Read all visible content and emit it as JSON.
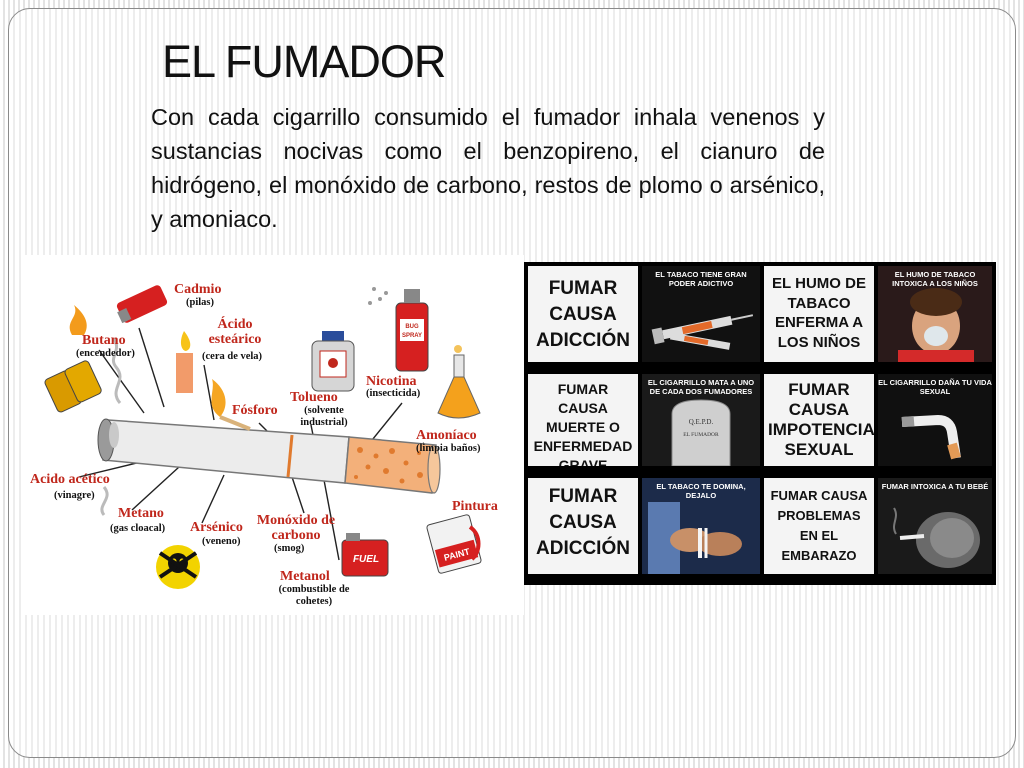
{
  "slide": {
    "title": "EL FUMADOR",
    "body": "Con cada cigarrillo consumido el fumador inhala venenos y sustancias nocivas como el benzopireno, el cianuro de hidrógeno, el monóxido de carbono, restos de plomo o arsénico, y amoniaco."
  },
  "diagram": {
    "labels": [
      {
        "name": "Cadmio",
        "note": "(pilas)"
      },
      {
        "name": "Butano",
        "note": "(encendedor)"
      },
      {
        "name": "Ácido esteárico",
        "note": "(cera de vela)"
      },
      {
        "name": "Fósforo",
        "note": ""
      },
      {
        "name": "Tolueno",
        "note": "(solvente industrial)"
      },
      {
        "name": "Nicotina",
        "note": "(insecticida)"
      },
      {
        "name": "Amoníaco",
        "note": "(limpia baños)"
      },
      {
        "name": "Acido acético",
        "note": "(vinagre)"
      },
      {
        "name": "Metano",
        "note": "(gas cloacal)"
      },
      {
        "name": "Arsénico",
        "note": "(veneno)"
      },
      {
        "name": "Monóxido de carbono",
        "note": "(smog)"
      },
      {
        "name": "Metanol",
        "note": "(combustible de cohetes)"
      },
      {
        "name": "Pintura",
        "note": ""
      }
    ],
    "product_text": {
      "spray": "BUG SPRAY",
      "fuel": "FUEL",
      "paint": "PAINT"
    }
  },
  "poster": {
    "panels": [
      {
        "text": "FUMAR CAUSA ADICCIÓN"
      },
      {
        "caption": "EL TABACO TIENE GRAN PODER ADICTIVO"
      },
      {
        "text": "EL HUMO DE TABACO ENFERMA A LOS NIÑOS"
      },
      {
        "caption": "EL HUMO DE TABACO INTOXICA A LOS NIÑOS"
      },
      {
        "text": "FUMAR CAUSA MUERTE O ENFERMEDAD GRAVE"
      },
      {
        "caption": "EL CIGARRILLO MATA A UNO DE CADA DOS FUMADORES"
      },
      {
        "text": "FUMAR CAUSA IMPOTENCIA SEXUAL"
      },
      {
        "caption": "EL CIGARRILLO DAÑA TU VIDA SEXUAL"
      },
      {
        "text": "FUMAR CAUSA ADICCIÓN"
      },
      {
        "caption": "EL TABACO TE DOMINA, DEJALO"
      },
      {
        "text": "FUMAR CAUSA PROBLEMAS EN EL EMBARAZO"
      },
      {
        "caption": "FUMAR INTOXICA A TU BEBÉ"
      }
    ],
    "tombstone": {
      "line1": "Q.E.P.D.",
      "line2": "EL FUMADOR"
    }
  }
}
